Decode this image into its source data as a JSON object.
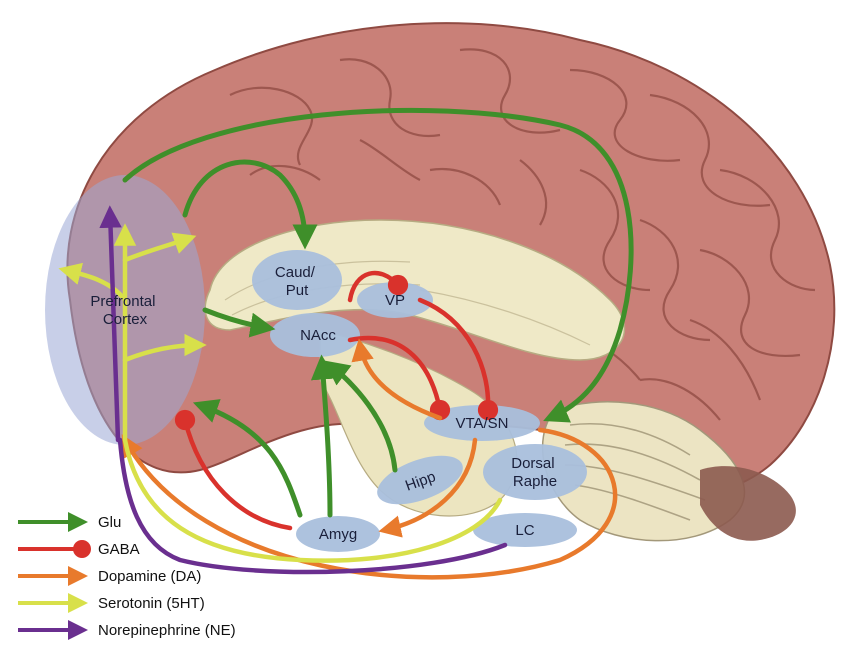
{
  "regions": {
    "pfc": "Prefrontal\nCortex",
    "caud": "Caud/\nPut",
    "vp": "VP",
    "nacc": "NAcc",
    "vta": "VTA/SN",
    "dorsal": "Dorsal\nRaphe",
    "hipp": "Hipp",
    "amyg": "Amyg",
    "lc": "LC"
  },
  "legend": [
    {
      "label": "Glu",
      "color": "#3f8f2a"
    },
    {
      "label": "GABA",
      "color": "#d9322c"
    },
    {
      "label": "Dopamine (DA)",
      "color": "#e87a2c"
    },
    {
      "label": "Serotonin (5HT)",
      "color": "#d8e04a"
    },
    {
      "label": "Norepinephrine (NE)",
      "color": "#6a2f8f"
    }
  ],
  "colors": {
    "cortex": "#c98078",
    "cortex_dark": "#8f4a42",
    "inner": "#efe9c7",
    "node": "#a9bfdc",
    "pfc_overlay": "#9aa8d6"
  }
}
